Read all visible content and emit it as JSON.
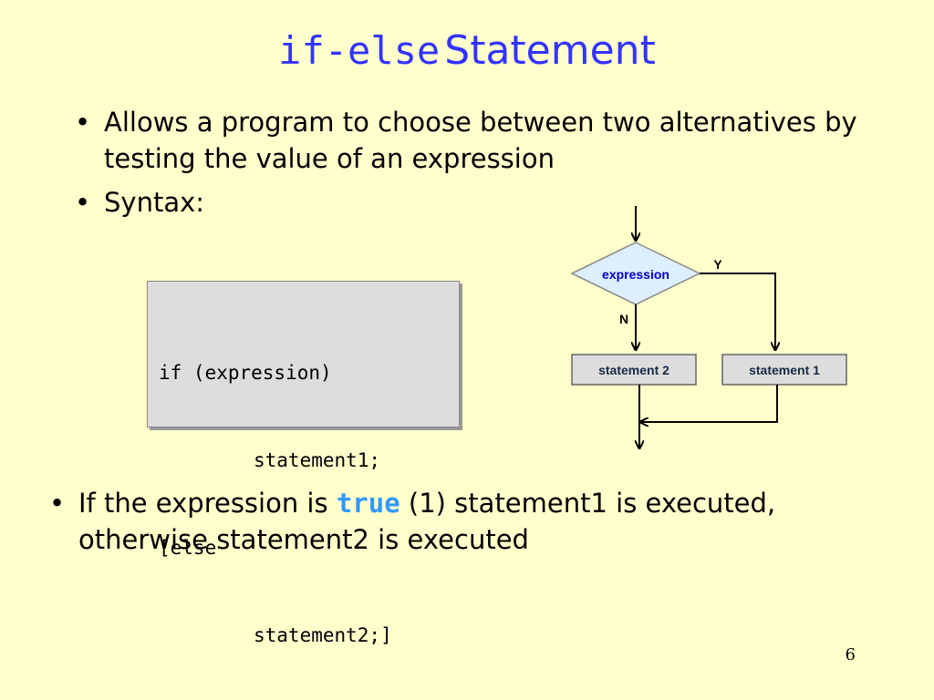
{
  "title": {
    "code_part": "if-else",
    "text_part": "Statement"
  },
  "bullets": {
    "b1": "Allows a program to choose between two alternatives by testing the value of an expression",
    "b2": "Syntax:",
    "b3_pre": "If the expression is ",
    "b3_code": "true",
    "b3_post": " (1) statement1 is executed, otherwise statement2 is executed"
  },
  "code": {
    "line1": "if (expression)",
    "line2": "statement1;",
    "line3": "[else",
    "line4": "statement2;]"
  },
  "flowchart": {
    "condition": "expression",
    "yes_label": "Y",
    "no_label": "N",
    "true_branch": "statement 1",
    "false_branch": "statement 2"
  },
  "page_number": "6",
  "colors": {
    "background": "#ffffcc",
    "title": "#3333ff",
    "keyword": "#3399ff",
    "diamond_fill": "#ddeeff",
    "box_fill": "#dddddd"
  }
}
